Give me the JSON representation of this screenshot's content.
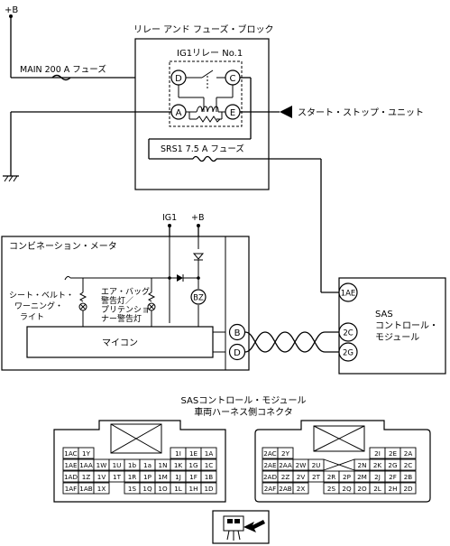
{
  "power": {
    "b_top": "+B",
    "ig1": "IG1",
    "b_meter": "+B"
  },
  "relay_block": {
    "title": "リレー アンド フューズ・ブロック",
    "relay_name": "IG1リレー No.1",
    "main_fuse": "MAIN 200 A フューズ",
    "srs_fuse": "SRS1 7.5 A フューズ",
    "terminals": [
      "D",
      "C",
      "A",
      "E"
    ]
  },
  "start_stop_unit": "スタート・ストップ・ユニット",
  "meter": {
    "title": "コンビネーション・メータ",
    "seatbelt_lamp": [
      "シート・ベルト・",
      "ワーニング・",
      "ライト"
    ],
    "airbag_lamp": [
      "エア・バッグ",
      "警告灯／",
      "プリテンショ",
      "ナー警告灯"
    ],
    "buzzer": "BZ",
    "micom": "マイコン",
    "terminals": [
      "B",
      "D"
    ]
  },
  "sas_module": {
    "name_lines": [
      "SAS",
      "コントロール・",
      "モジュール"
    ],
    "terminals": [
      "1AE",
      "2C",
      "2G"
    ]
  },
  "connector": {
    "title_lines": [
      "SASコントロール・モジュール",
      "車両ハーネス側コネクタ"
    ],
    "left": {
      "row1_left": [
        "1AC",
        "1Y"
      ],
      "row1_right": [
        "1I",
        "1E",
        "1A"
      ],
      "row2": [
        "1AE",
        "1AA",
        "1W",
        "1U",
        "1b",
        "1a",
        "1N",
        "1K",
        "1G",
        "1C"
      ],
      "row3": [
        "1AD",
        "1Z",
        "1V",
        "1T",
        "1R",
        "1P",
        "1M",
        "1J",
        "1F",
        "1B"
      ],
      "row4_left": [
        "1AF",
        "1AB",
        "1X"
      ],
      "row4_right": [
        "1S",
        "1Q",
        "1O",
        "1L",
        "1H",
        "1D"
      ]
    },
    "right": {
      "row1_left": [
        "2AC",
        "2Y"
      ],
      "row1_right": [
        "2I",
        "2E",
        "2A"
      ],
      "row2_left": [
        "2AE",
        "2AA",
        "2W",
        "2U"
      ],
      "row2_right": [
        "2N",
        "2K",
        "2G",
        "2C"
      ],
      "row3": [
        "2AD",
        "2Z",
        "2V",
        "2T",
        "2R",
        "2P",
        "2M",
        "2J",
        "2F",
        "2B"
      ],
      "row4_left": [
        "2AF",
        "2AB",
        "2X"
      ],
      "row4_right": [
        "2S",
        "2Q",
        "2O",
        "2L",
        "2H",
        "2D"
      ]
    }
  }
}
